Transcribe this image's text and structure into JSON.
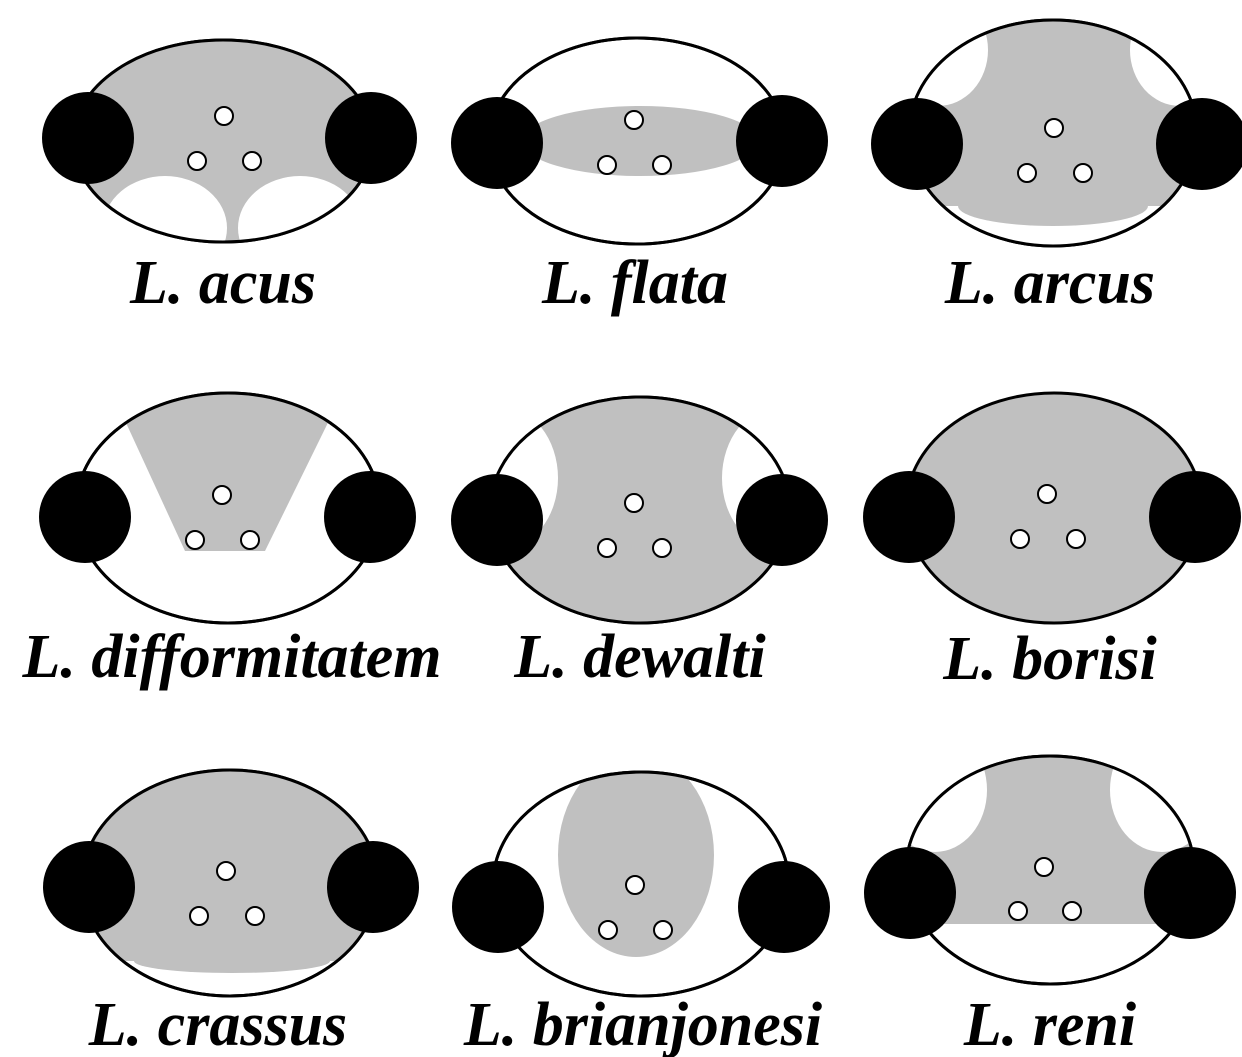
{
  "colors": {
    "head_outline": "#000000",
    "head_fill": "#ffffff",
    "pattern_fill": "#c0c0c0",
    "compound_eye": "#000000",
    "ocellus_fill": "#ffffff",
    "label": "#000000"
  },
  "icon_names": {
    "head": "head-outline-icon",
    "pattern": "head-pattern-icon",
    "eye": "compound-eye-icon",
    "ocellus": "ocellus-icon"
  },
  "species": [
    {
      "label": "L. acus",
      "pattern": "acus"
    },
    {
      "label": "L. flata",
      "pattern": "flata"
    },
    {
      "label": "L. arcus",
      "pattern": "arcus"
    },
    {
      "label": "L. difformitatem",
      "pattern": "difformitatem"
    },
    {
      "label": "L. dewalti",
      "pattern": "dewalti"
    },
    {
      "label": "L. borisi",
      "pattern": "borisi"
    },
    {
      "label": "L. crassus",
      "pattern": "crassus"
    },
    {
      "label": "L. brianjonesi",
      "pattern": "brianjonesi"
    },
    {
      "label": "L. reni",
      "pattern": "reni"
    }
  ]
}
